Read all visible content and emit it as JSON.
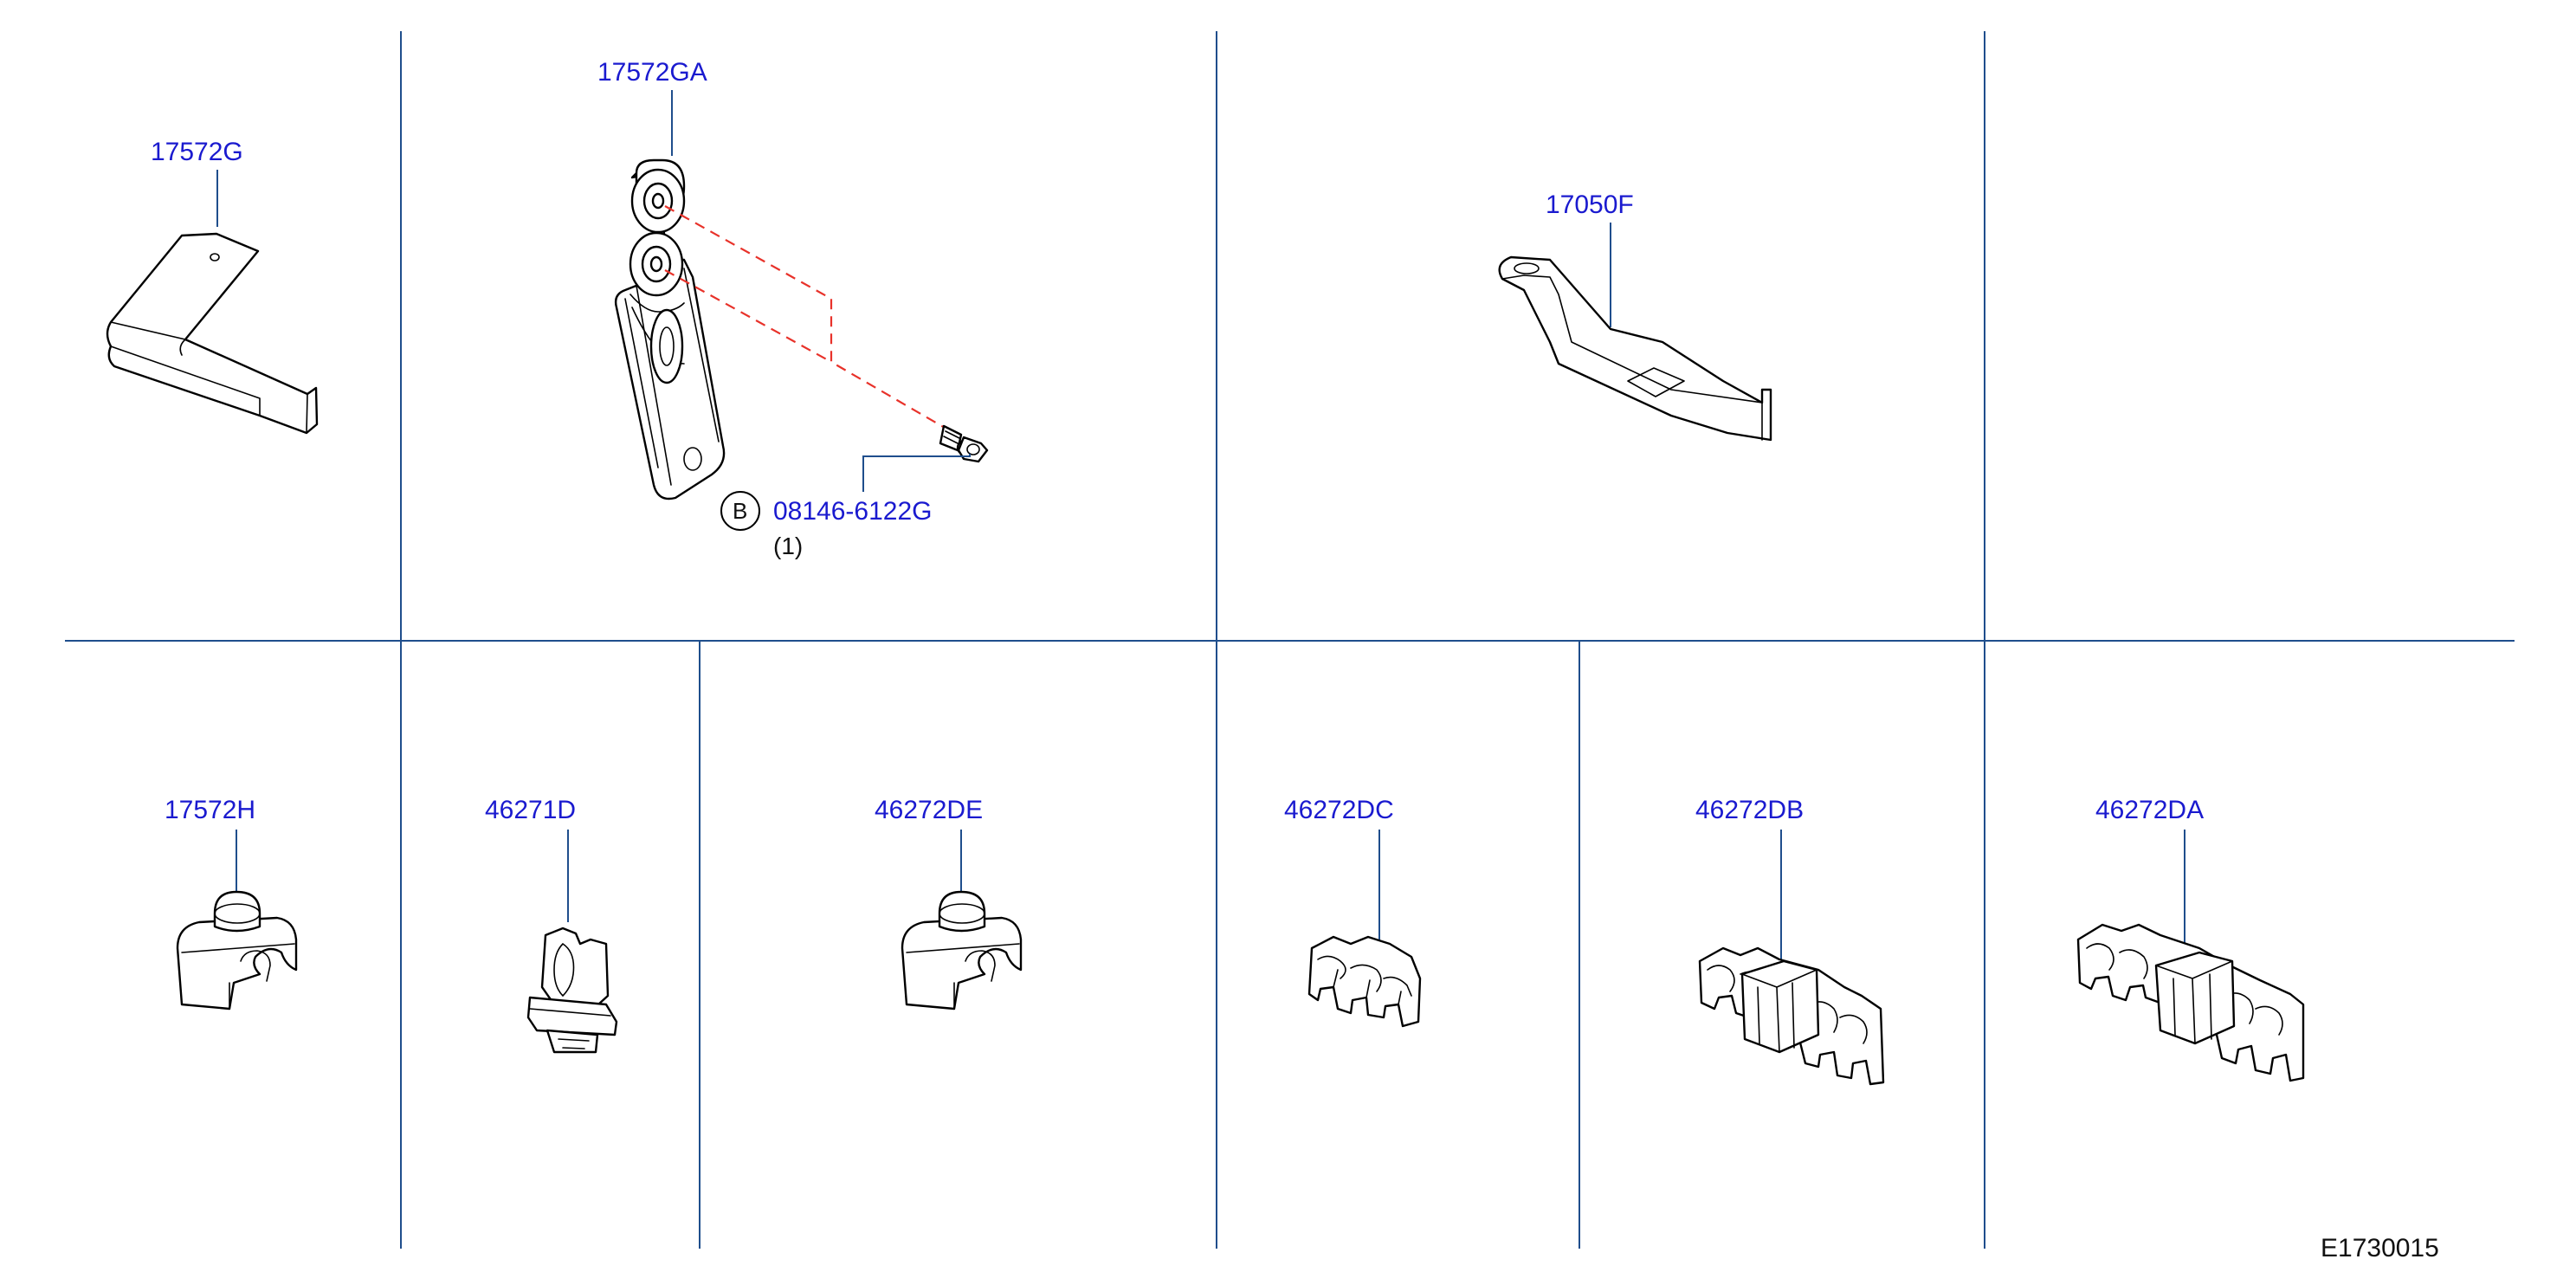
{
  "diagram": {
    "part_labels": {
      "p17572g": "17572G",
      "p17572ga": "17572GA",
      "p17050f": "17050F",
      "p08146": "08146-6122G",
      "p17572h": "17572H",
      "p46271d": "46271D",
      "p46272de": "46272DE",
      "p46272dc": "46272DC",
      "p46272db": "46272DB",
      "p46272da": "46272DA"
    },
    "bolt_marker": "B",
    "bolt_quantity": "(1)",
    "reference_code": "E1730015",
    "colors": {
      "grid_line": "#1f4e8c",
      "label_text": "#1a1acf",
      "dashed_line": "#e8322a",
      "outline": "#000000"
    }
  }
}
